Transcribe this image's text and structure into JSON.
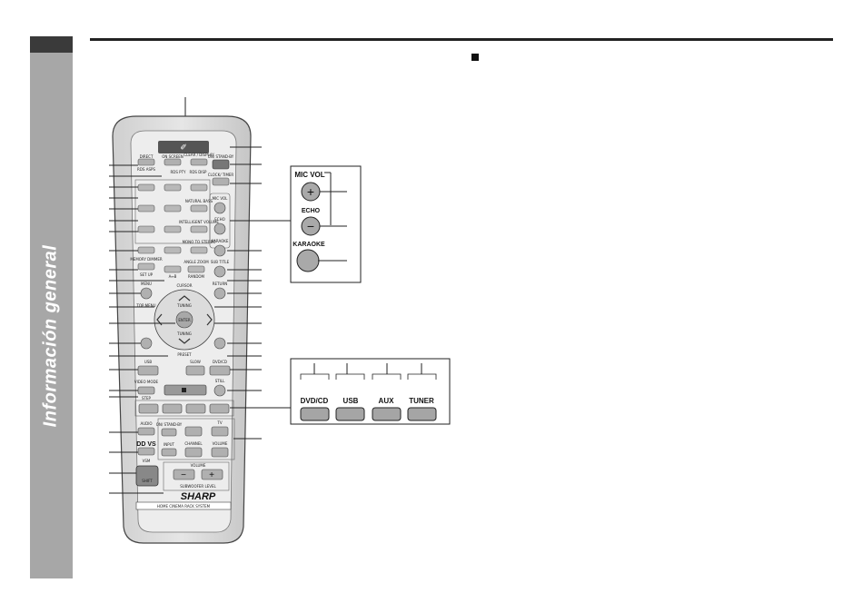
{
  "section_title": "Información general",
  "remote": {
    "brand": "SHARP",
    "model_caption": "HOME CINEMA RACK SYSTEM",
    "labels": {
      "direct": "DIRECT",
      "rds_asps": "RDS ASPS",
      "on_screen": "ON SCREEN",
      "rds_pty": "RDS PTY",
      "rds_disp": "RDS DISP",
      "clear_display": "CLEAR / DISPLAY",
      "on_standby": "ON/ STAND-BY",
      "clock_timer": "CLOCK/ TIMER",
      "natural_bass": "NATURAL BASS",
      "intelligent_volume": "INTELLIGENT VOLUME",
      "mic_vol": "MIC VOL",
      "echo": "ECHO",
      "karaoke": "KARAOKE",
      "mono_to_stereo": "MONO TO STEREO",
      "memory_dimmer": "MEMORY DIMMER",
      "set_up": "SET UP",
      "ab": "A↔B",
      "angle_zoom": "ANGLE ZOOM",
      "random": "RANDOM",
      "sub_title": "SUB TITLE",
      "menu": "MENU",
      "cursor": "CURSOR",
      "return": "RETURN",
      "top_menu": "TOP MENU",
      "enter": "ENTER",
      "tuning_up": "TUNING",
      "tuning_down": "TUNING",
      "preset": "PRESET",
      "usb": "USB",
      "slow": "SLOW",
      "dvd_cd": "DVD/CD",
      "video_mode": "VIDEO MODE",
      "step": "STEP",
      "still": "STILL",
      "tv_on_standby": "ON/ STAND-BY",
      "tv_input": "INPUT",
      "tv_label": "TV",
      "channel": "CHANNEL",
      "volume_small": "VOLUME",
      "audio": "AUDIO",
      "dd_vs": "DD VS",
      "vsm_h": "VSM",
      "shift": "SHIFT",
      "volume": "VOLUME",
      "subwoofer_level": "SUBWOOFER LEVEL"
    }
  },
  "callout_karaoke": {
    "mic_vol": "MIC VOL",
    "echo": "ECHO",
    "karaoke": "KARAOKE",
    "plus": "+",
    "minus": "−"
  },
  "callout_sources": [
    "DVD/CD",
    "USB",
    "AUX",
    "TUNER"
  ]
}
